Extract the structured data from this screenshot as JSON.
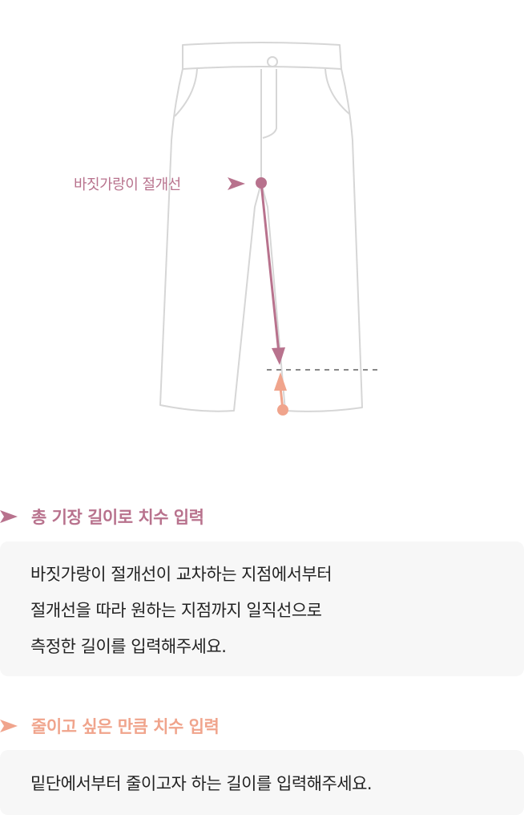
{
  "diagram": {
    "crotch_seam_label": "바짓가랑이 절개선",
    "colors": {
      "outline": "#d6d6d6",
      "measure": "#b8728d",
      "shorten": "#f0a48c",
      "dash": "#888888"
    },
    "icons": [
      "pants-outline-icon",
      "measure-arrow-icon",
      "shorten-arrow-icon",
      "pointer-arrow-icon"
    ]
  },
  "sections": [
    {
      "title": "총 기장 길이로 치수 입력",
      "color": "#b8728d",
      "lines": [
        "바짓가랑이 절개선이 교차하는 지점에서부터",
        "절개선을 따라 원하는 지점까지 일직선으로",
        "측정한 길이를 입력해주세요."
      ]
    },
    {
      "title": "줄이고 싶은 만큼 치수 입력",
      "color": "#f0a48c",
      "lines": [
        "밑단에서부터 줄이고자 하는 길이를 입력해주세요."
      ]
    }
  ]
}
